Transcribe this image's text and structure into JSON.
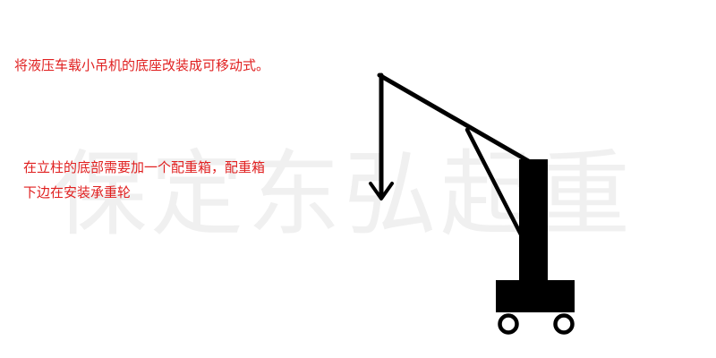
{
  "watermark": "保定东弘起重",
  "captions": {
    "base_conversion": "将液压车载小吊机的底座改装成可移动式。",
    "counterweight_line1": "在立柱的底部需要加一个配重箱，配重箱",
    "counterweight_line2": "下边在安装承重轮"
  },
  "colors": {
    "caption": "#e02020",
    "crane": "#000000",
    "watermark": "#f0f0f0",
    "background": "#ffffff"
  }
}
